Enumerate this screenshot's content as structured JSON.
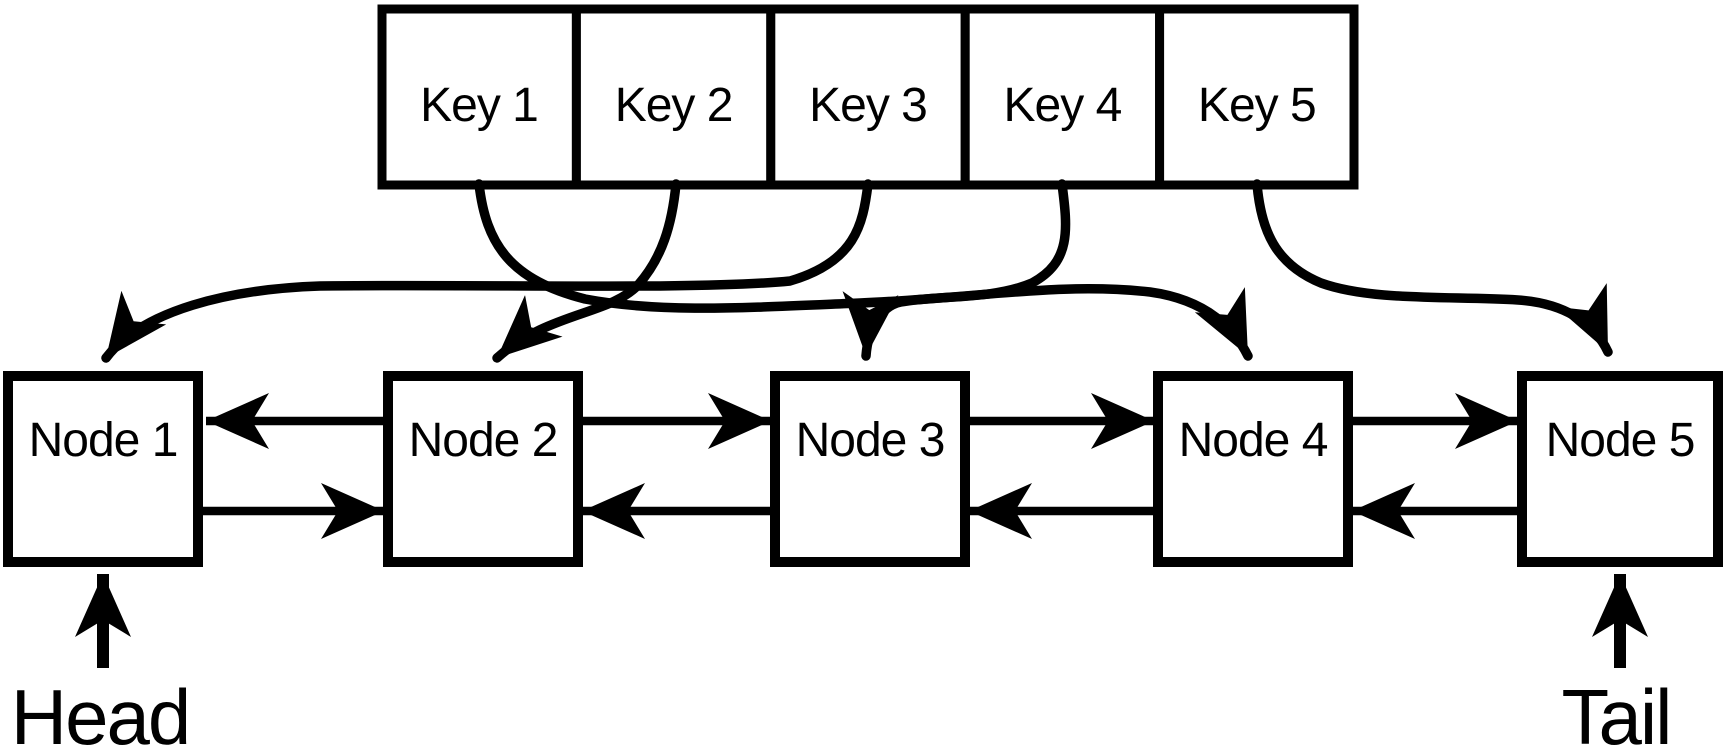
{
  "keys": [
    {
      "label": "Key 1"
    },
    {
      "label": "Key 2"
    },
    {
      "label": "Key 3"
    },
    {
      "label": "Key 4"
    },
    {
      "label": "Key 5"
    }
  ],
  "nodes": [
    {
      "label": "Node 1"
    },
    {
      "label": "Node 2"
    },
    {
      "label": "Node 3"
    },
    {
      "label": "Node 4"
    },
    {
      "label": "Node 5"
    }
  ],
  "pointers": {
    "head": "Head",
    "tail": "Tail"
  },
  "key_to_node_arrows": [
    {
      "from": "Key 1",
      "to": "Node 4"
    },
    {
      "from": "Key 2",
      "to": "Node 2"
    },
    {
      "from": "Key 3",
      "to": "Node 1"
    },
    {
      "from": "Key 4",
      "to": "Node 3"
    },
    {
      "from": "Key 5",
      "to": "Node 5"
    }
  ],
  "linked_list_arrows": [
    {
      "from": "Node 2",
      "to": "Node 1",
      "row": "upper"
    },
    {
      "from": "Node 1",
      "to": "Node 2",
      "row": "lower"
    },
    {
      "from": "Node 2",
      "to": "Node 3",
      "row": "upper"
    },
    {
      "from": "Node 3",
      "to": "Node 2",
      "row": "lower"
    },
    {
      "from": "Node 3",
      "to": "Node 4",
      "row": "upper"
    },
    {
      "from": "Node 4",
      "to": "Node 3",
      "row": "lower"
    },
    {
      "from": "Node 4",
      "to": "Node 5",
      "row": "upper"
    },
    {
      "from": "Node 5",
      "to": "Node 4",
      "row": "lower"
    }
  ],
  "colors": {
    "line": "#000000",
    "background": "#ffffff"
  }
}
